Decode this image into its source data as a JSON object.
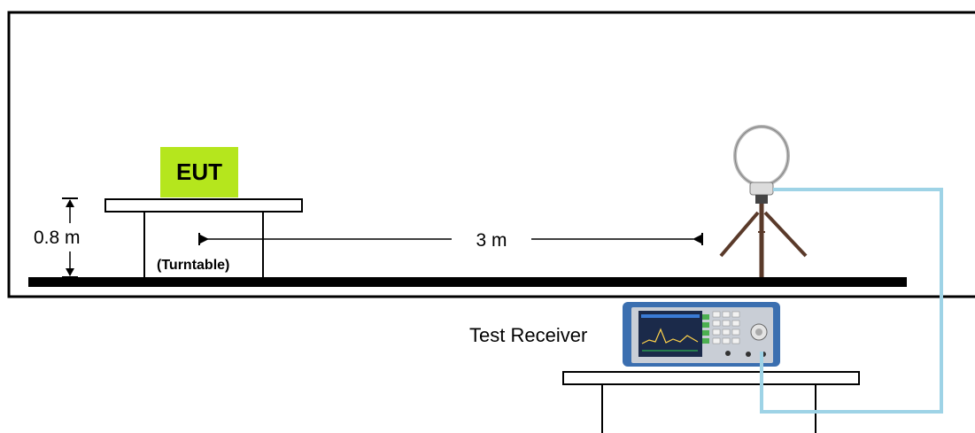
{
  "labels": {
    "eut": "EUT",
    "height": "0.8 m",
    "turntable": "(Turntable)",
    "distance": "3 m",
    "receiver": "Test Receiver"
  },
  "colors": {
    "eut_fill": "#b5e61d",
    "cable": "#9ed3e6",
    "line": "#000000",
    "receiver_case": "#3b6fb0",
    "screen": "#1b2a4a"
  },
  "icons": {
    "antenna": "loop-antenna-on-tripod-icon",
    "receiver": "test-receiver-icon"
  }
}
